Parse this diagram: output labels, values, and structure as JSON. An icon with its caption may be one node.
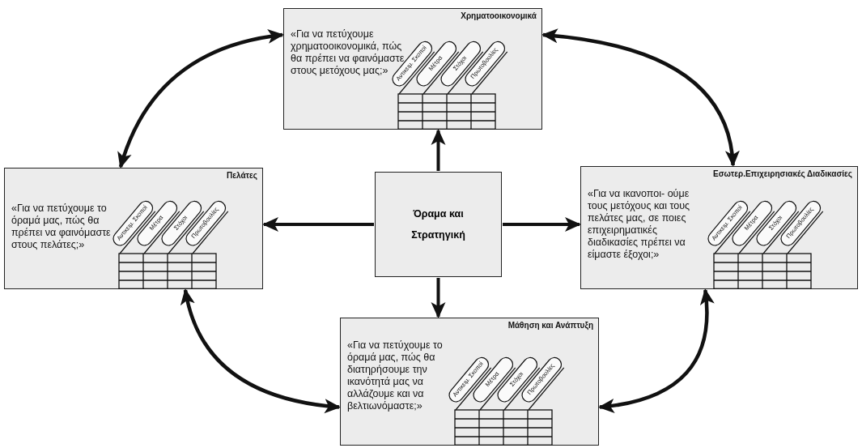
{
  "diagram": {
    "nodes": [
      {
        "text": [
          "Όραμα και Στρατηγική"
        ]
      },
      {
        "text": [
          "Χρηματοοικονομικά",
          "«Για να πετύχουμε χρηματοοικονομικά, πώς θα πρέπει να φαινόμαστε στους μετόχους μας;»"
        ]
      },
      {
        "text": [
          "Πελάτες",
          "«Για να πετύχουμε το όραμά μας, πώς θα πρέπει να φαινόμαστε στους πελάτες;»"
        ]
      },
      {
        "text": [
          "Εσωτερ.Επιχειρησιακές Διαδικασίες",
          "«Για να ικανοποι- ούμε τους μετόχους και τους πελάτες μας, σε ποιες επιχειρηματικές διαδικασίες πρέπει να είμαστε έξοχοι;»"
        ]
      },
      {
        "text": [
          "Μάθηση και Ανάπτυξη",
          "«Για να πετύχουμε το όραμά μας, πώς θα διατηρήσουμε την ικανότητά μας να αλλάζουμε και να βελτιωνόμαστε;»"
        ]
      }
    ],
    "edges": [
      {
        "from": 0,
        "to": 1,
        "arrow": "to"
      },
      {
        "from": 0,
        "to": 2,
        "arrow": "to"
      },
      {
        "from": 0,
        "to": 3,
        "arrow": "to"
      },
      {
        "from": 0,
        "to": 4,
        "arrow": "to"
      },
      {
        "from": 2,
        "to": 1,
        "arrow": "both"
      },
      {
        "from": 1,
        "to": 3,
        "arrow": "both"
      },
      {
        "from": 2,
        "to": 4,
        "arrow": "both"
      },
      {
        "from": 3,
        "to": 4,
        "arrow": "both"
      }
    ],
    "labels": [
      "Αντικειμ. Σκοποί",
      "Μέτρα",
      "Στόχοι",
      "Πρωτοβουλίες",
      "Αντικειμ. Σκοποί",
      "Μέτρα",
      "Στόχοι",
      "Πρωτοβουλίες",
      "Αντικειμ. Σκοποί",
      "Μέτρα",
      "Στόχοι",
      "Πρωτοβουλίες",
      "Αντικειμ. Σκοποί",
      "Μέτρα",
      "Στόχοι",
      "Πρωτοβουλίες"
    ]
  }
}
